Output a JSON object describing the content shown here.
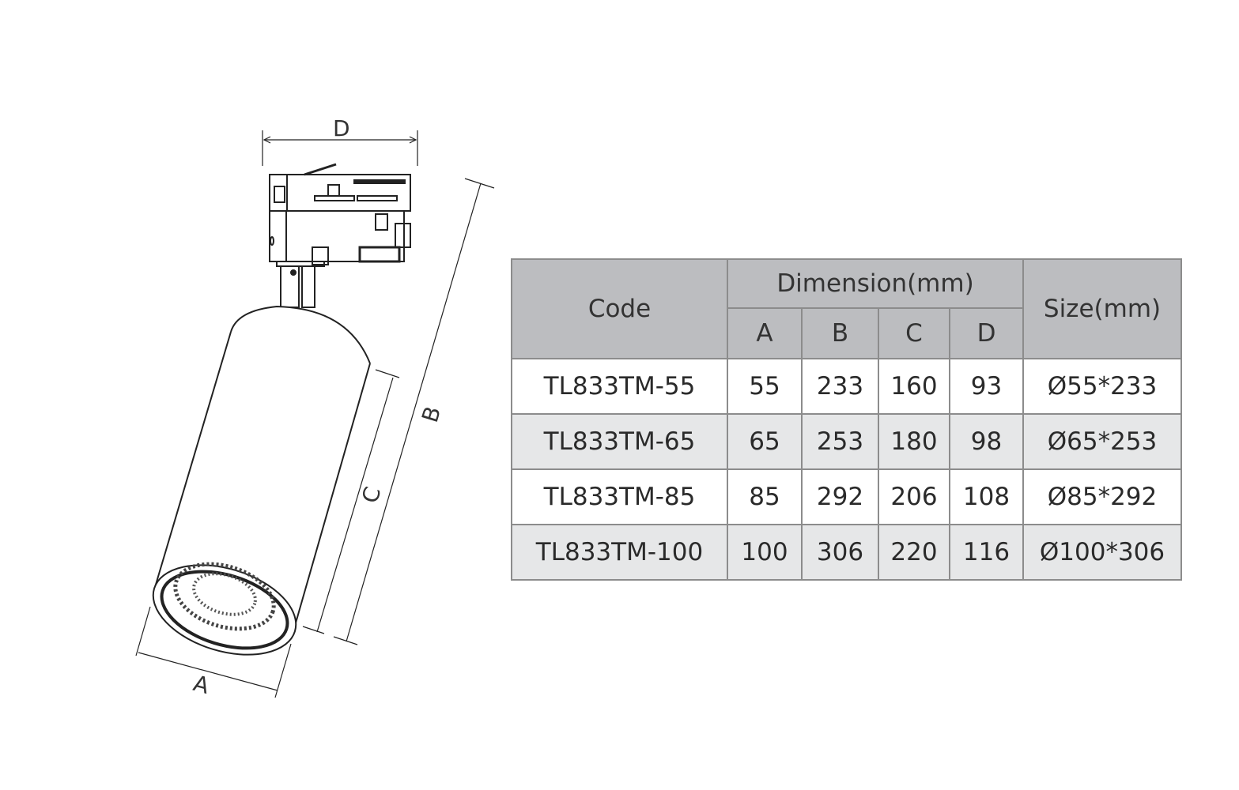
{
  "drawing": {
    "labels": {
      "a": "A",
      "b": "B",
      "c": "C",
      "d": "D"
    }
  },
  "table": {
    "headers": {
      "code": "Code",
      "dimension": "Dimension(mm)",
      "a": "A",
      "b": "B",
      "c": "C",
      "d": "D",
      "size": "Size(mm)"
    },
    "rows": [
      {
        "code": "TL833TM-55",
        "a": "55",
        "b": "233",
        "c": "160",
        "d": "93",
        "size": "Ø55*233"
      },
      {
        "code": "TL833TM-65",
        "a": "65",
        "b": "253",
        "c": "180",
        "d": "98",
        "size": "Ø65*253"
      },
      {
        "code": "TL833TM-85",
        "a": "85",
        "b": "292",
        "c": "206",
        "d": "108",
        "size": "Ø85*292"
      },
      {
        "code": "TL833TM-100",
        "a": "100",
        "b": "306",
        "c": "220",
        "d": "116",
        "size": "Ø100*306"
      }
    ],
    "colors": {
      "header": "#bcbdc0",
      "alt_row": "#e6e7e8",
      "border": "#8c8c8c"
    }
  }
}
